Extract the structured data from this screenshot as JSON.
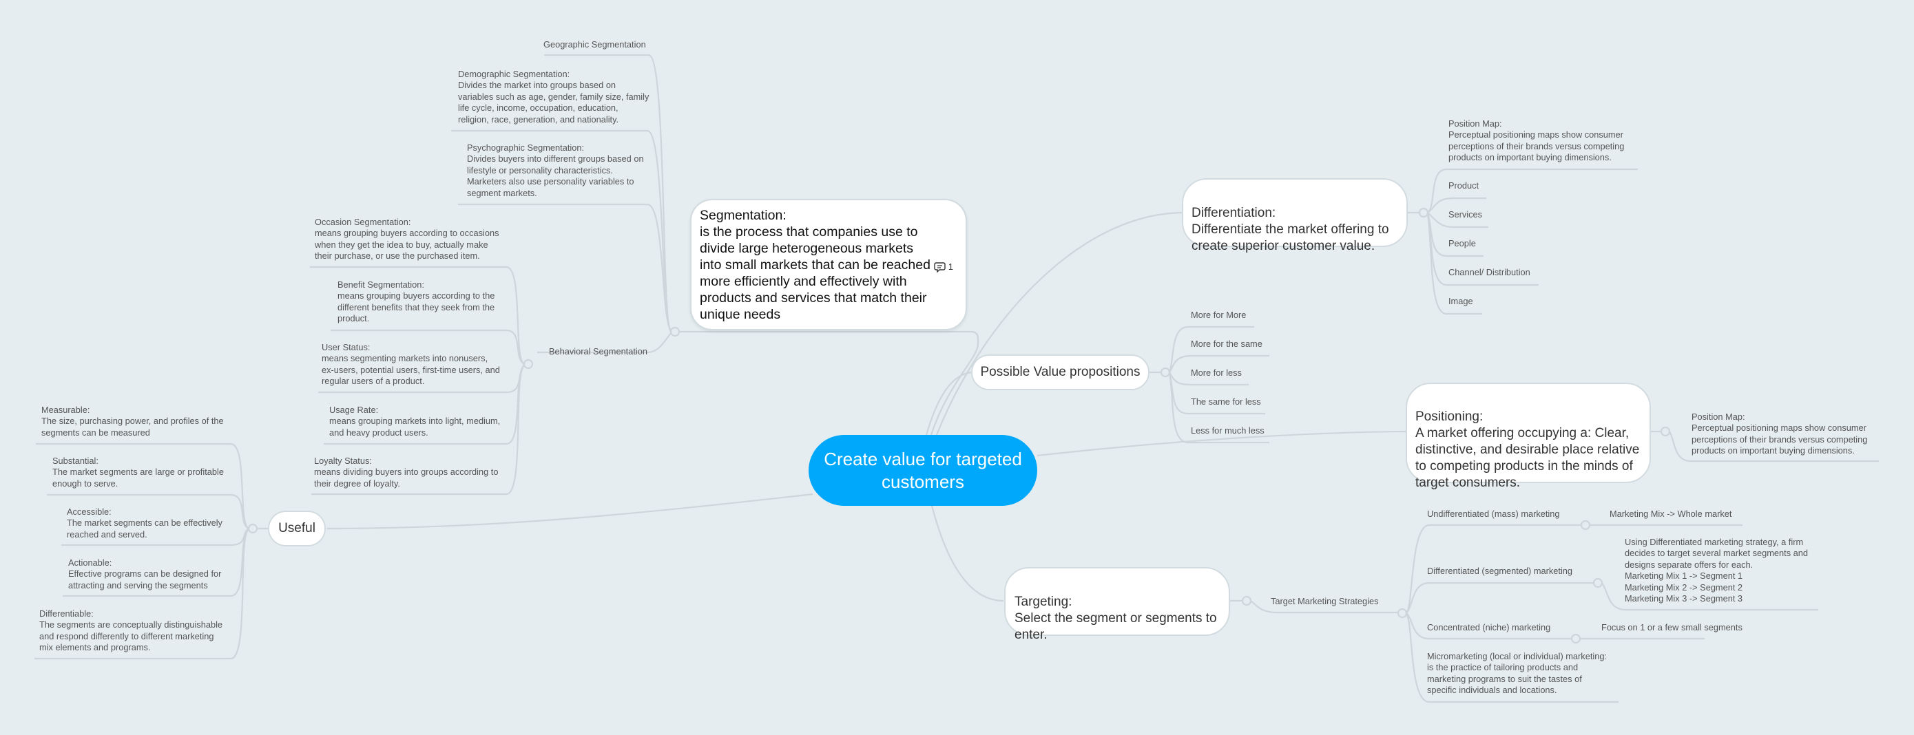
{
  "root": {
    "label": "Create value for targeted customers",
    "color": "#00a8fb"
  },
  "segmentation": {
    "label": "Segmentation:\nis the process that companies use to\ndivide large heterogeneous markets\ninto small markets that can be reached\nmore efficiently and effectively with\nproducts and services that match their\nunique needs",
    "comment_count": "1",
    "children": {
      "geographic": "Geographic Segmentation",
      "demographic": "Demographic Segmentation:\nDivides the market into groups based on\nvariables such as age, gender, family size, family\nlife cycle, income, occupation, education,\nreligion, race, generation, and nationality.",
      "psychographic": "Psychographic Segmentation:\nDivides buyers into different groups based on\nlifestyle or personality characteristics.\nMarketers also use personality variables to\nsegment markets.",
      "behavioral": {
        "label": "Behavioral Segmentation",
        "children": [
          "Occasion Segmentation:\nmeans grouping buyers according to occasions\nwhen they get the idea to buy, actually make\ntheir purchase, or use the purchased item.",
          "Benefit Segmentation:\nmeans grouping buyers according to the\ndifferent benefits that they seek from the\nproduct.",
          "User Status:\nmeans segmenting markets into nonusers,\nex-users, potential users, first-time users, and\nregular users of a product.",
          "Usage Rate:\nmeans grouping markets into light, medium,\nand heavy product users.",
          "Loyalty Status:\nmeans dividing buyers into groups according to\ntheir degree of loyalty."
        ]
      }
    }
  },
  "useful": {
    "label": "Useful",
    "children": [
      "Measurable:\nThe size, purchasing power, and profiles of the\nsegments can be measured",
      "Substantial:\nThe market segments are large or profitable\nenough to serve.",
      "Accessible:\nThe market segments can be effectively\nreached and served.",
      "Actionable:\nEffective programs can be designed for\nattracting and serving the segments",
      "Differentiable:\nThe segments are conceptually distinguishable\nand respond differently to different marketing\nmix elements and programs."
    ]
  },
  "differentiation": {
    "label": "Differentiation:\nDifferentiate the market offering to\ncreate superior customer value.",
    "children": [
      "Position Map:\nPerceptual positioning maps show consumer\nperceptions of their brands versus competing\nproducts on important buying dimensions.",
      "Product",
      "Services",
      "People",
      "Channel/ Distribution",
      "Image"
    ]
  },
  "value_propositions": {
    "label": "Possible Value propositions",
    "children": [
      "More for More",
      "More for the same",
      "More for less",
      "The same for less",
      "Less for much less"
    ]
  },
  "positioning": {
    "label": "Positioning:\nA market offering occupying a: Clear,\ndistinctive, and desirable place relative\nto competing products in the minds of\ntarget consumers.",
    "children": [
      "Position Map:\nPerceptual positioning maps show consumer\nperceptions of their brands versus competing\nproducts on important buying dimensions."
    ]
  },
  "targeting": {
    "label": "Targeting:\nSelect the segment or segments to\nenter.",
    "strategies": {
      "label": "Target Marketing Strategies",
      "children": [
        {
          "label": "Undifferentiated (mass) marketing",
          "detail": "Marketing Mix -> Whole market"
        },
        {
          "label": "Differentiated (segmented) marketing",
          "detail": "Using Differentiated marketing strategy, a firm\ndecides to target several market segments and\ndesigns separate offers for each.\nMarketing Mix 1 -> Segment 1\nMarketing Mix 2 -> Segment 2\nMarketing Mix 3 -> Segment 3"
        },
        {
          "label": "Concentrated (niche) marketing",
          "detail": "Focus on 1 or a few small segments"
        },
        {
          "label": "Micromarketing (local or individual) marketing:\nis the practice of tailoring products and\nmarketing programs to suit the tastes of\nspecific individuals and locations."
        }
      ]
    }
  }
}
